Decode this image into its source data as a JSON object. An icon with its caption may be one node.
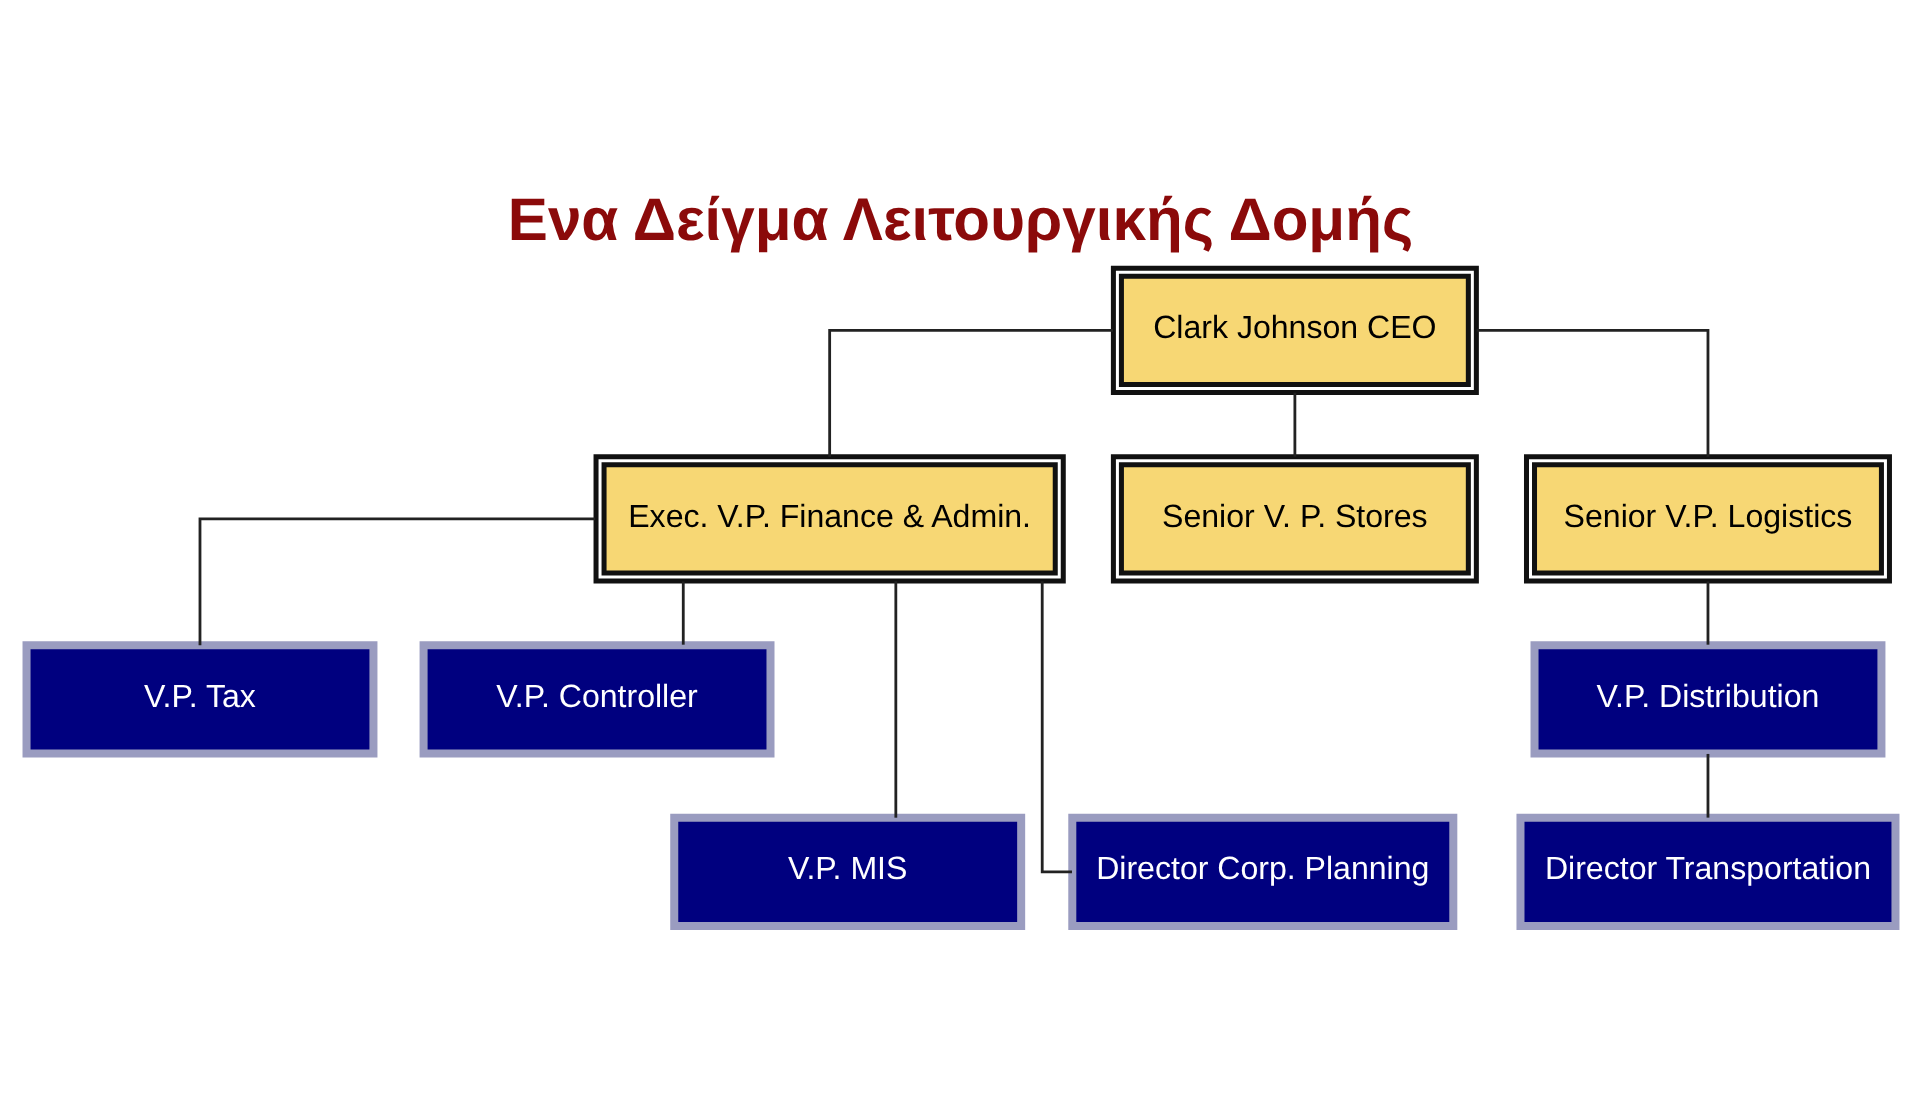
{
  "diagram": {
    "title": "Ενα Δείγμα Λειτουργικής Δομής",
    "nodes": [
      {
        "text": [
          "Clark Johnson CEO"
        ]
      },
      {
        "text": [
          "Exec. V.P. Finance & Admin."
        ]
      },
      {
        "text": [
          "Senior V. P. Stores"
        ]
      },
      {
        "text": [
          "Senior V.P. Logistics"
        ]
      },
      {
        "text": [
          "V.P. Tax"
        ]
      },
      {
        "text": [
          "V.P. Controller"
        ]
      },
      {
        "text": [
          "V.P. Distribution"
        ]
      },
      {
        "text": [
          "V.P. MIS"
        ]
      },
      {
        "text": [
          "Director Corp. Planning"
        ]
      },
      {
        "text": [
          "Director Transportation"
        ]
      }
    ],
    "edges": [
      {
        "from": 0,
        "to": 1,
        "arrow": "none"
      },
      {
        "from": 0,
        "to": 2,
        "arrow": "none"
      },
      {
        "from": 0,
        "to": 3,
        "arrow": "none"
      },
      {
        "from": 1,
        "to": 4,
        "arrow": "none"
      },
      {
        "from": 1,
        "to": 5,
        "arrow": "none"
      },
      {
        "from": 1,
        "to": 7,
        "arrow": "none"
      },
      {
        "from": 1,
        "to": 8,
        "arrow": "none"
      },
      {
        "from": 3,
        "to": 6,
        "arrow": "none"
      },
      {
        "from": 6,
        "to": 9,
        "arrow": "none"
      }
    ]
  }
}
